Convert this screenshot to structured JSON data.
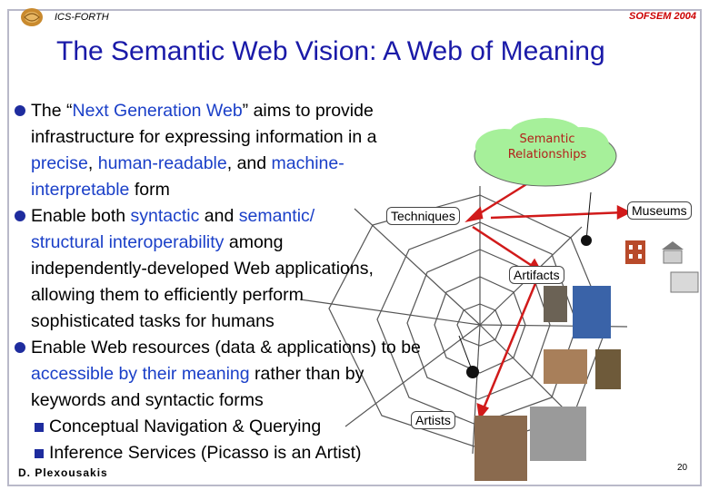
{
  "header": {
    "org": "ICS-FORTH",
    "event": "SOFSEM 2004"
  },
  "title": "The Semantic Web Vision: A Web of Meaning",
  "bullets": [
    {
      "t1": "The “",
      "h1": "Next Generation Web",
      "t2": "” aims to provide infrastructure for expressing information in a ",
      "h2": "precise",
      "t3": ", ",
      "h3": "human-readable",
      "t4": ", and ",
      "h4": "machine-interpretable",
      "t5": " form"
    },
    {
      "t1": "Enable both ",
      "h1": "syntactic",
      "t2": " and ",
      "h2": "semantic/ structural interoperability",
      "t3": " among independently-developed Web applications, allowing them to efficiently perform sophisticated tasks for humans"
    },
    {
      "t1": "Enable Web resources (data & applications) to be ",
      "h1": "accessible by their meaning",
      "t2": " rather than by keywords and syntactic forms",
      "subitems": [
        "Conceptual Navigation & Querying",
        "Inference Services (Picasso is an Artist)"
      ]
    }
  ],
  "diagram": {
    "cloud_label": "Semantic Relationships",
    "labels": {
      "techniques": "Techniques",
      "museums": "Museums",
      "artifacts": "Artifacts",
      "artists": "Artists"
    }
  },
  "footer": {
    "author": "D. Plexousakis",
    "page": "20"
  },
  "colors": {
    "title": "#1a1aa8",
    "highlight": "#1a3fc8",
    "accent": "#cc0000",
    "arrow": "#d11a1a",
    "cloud": "#a6f09a"
  }
}
